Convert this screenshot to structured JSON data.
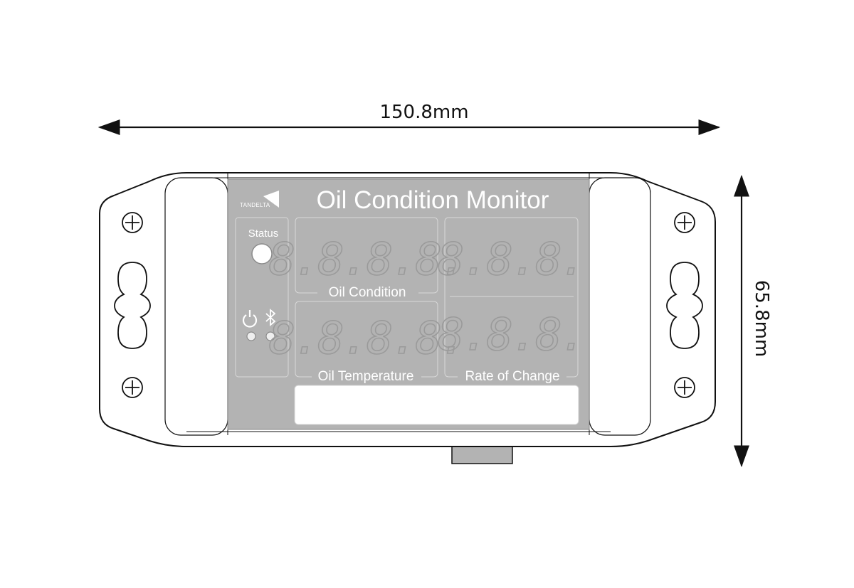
{
  "dimensions": {
    "width_label": "150.8mm",
    "height_label": "65.8mm"
  },
  "panel": {
    "brand": "TANDELTA",
    "title": "Oil Condition Monitor",
    "status_label": "Status",
    "indicators": [
      "power-icon",
      "bluetooth-icon"
    ],
    "displays": {
      "oil_condition": {
        "label": "Oil Condition",
        "digits": "8.8.8.8."
      },
      "oil_temperature": {
        "label": "Oil Temperature",
        "digits": "8.8.8.8."
      },
      "rate_top": {
        "digits": "8.8.8."
      },
      "rate_bottom": {
        "digits": "8.8.8."
      },
      "rate_of_change": {
        "label": "Rate of Change"
      }
    }
  },
  "colors": {
    "panel": "#b3b3b3",
    "outline": "#111111",
    "segment": "#9a9a9a",
    "text": "#ffffff"
  }
}
